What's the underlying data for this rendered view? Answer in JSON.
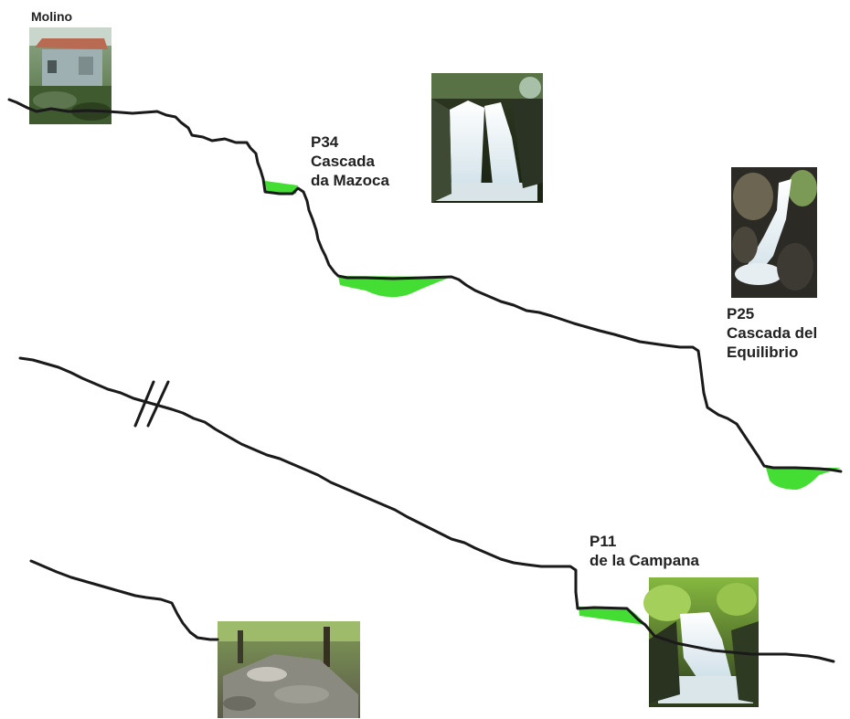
{
  "labels": {
    "molino": "Molino",
    "p34": {
      "code": "P34",
      "line1": "Cascada",
      "line2": "da Mazoca"
    },
    "p25": {
      "code": "P25",
      "line1": "Cascada del",
      "line2": "Equilibrio"
    },
    "p11": {
      "code": "P11",
      "line1": "de la Campana"
    }
  },
  "colors": {
    "profile_line": "#1a1a1a",
    "pool_fill": "#44dd33",
    "background": "#ffffff"
  },
  "photos": [
    {
      "name": "molino-photo",
      "subject": "stone water mill with tiled roof among trees"
    },
    {
      "name": "mazoca-waterfall-photo",
      "subject": "twin waterfall over dark rocks"
    },
    {
      "name": "equilibrio-waterfall-photo",
      "subject": "narrow waterfall between boulders"
    },
    {
      "name": "stream-bed-photo",
      "subject": "rocky stream bed in forest"
    },
    {
      "name": "campana-waterfall-photo",
      "subject": "waterfall under mossy trees"
    }
  ]
}
